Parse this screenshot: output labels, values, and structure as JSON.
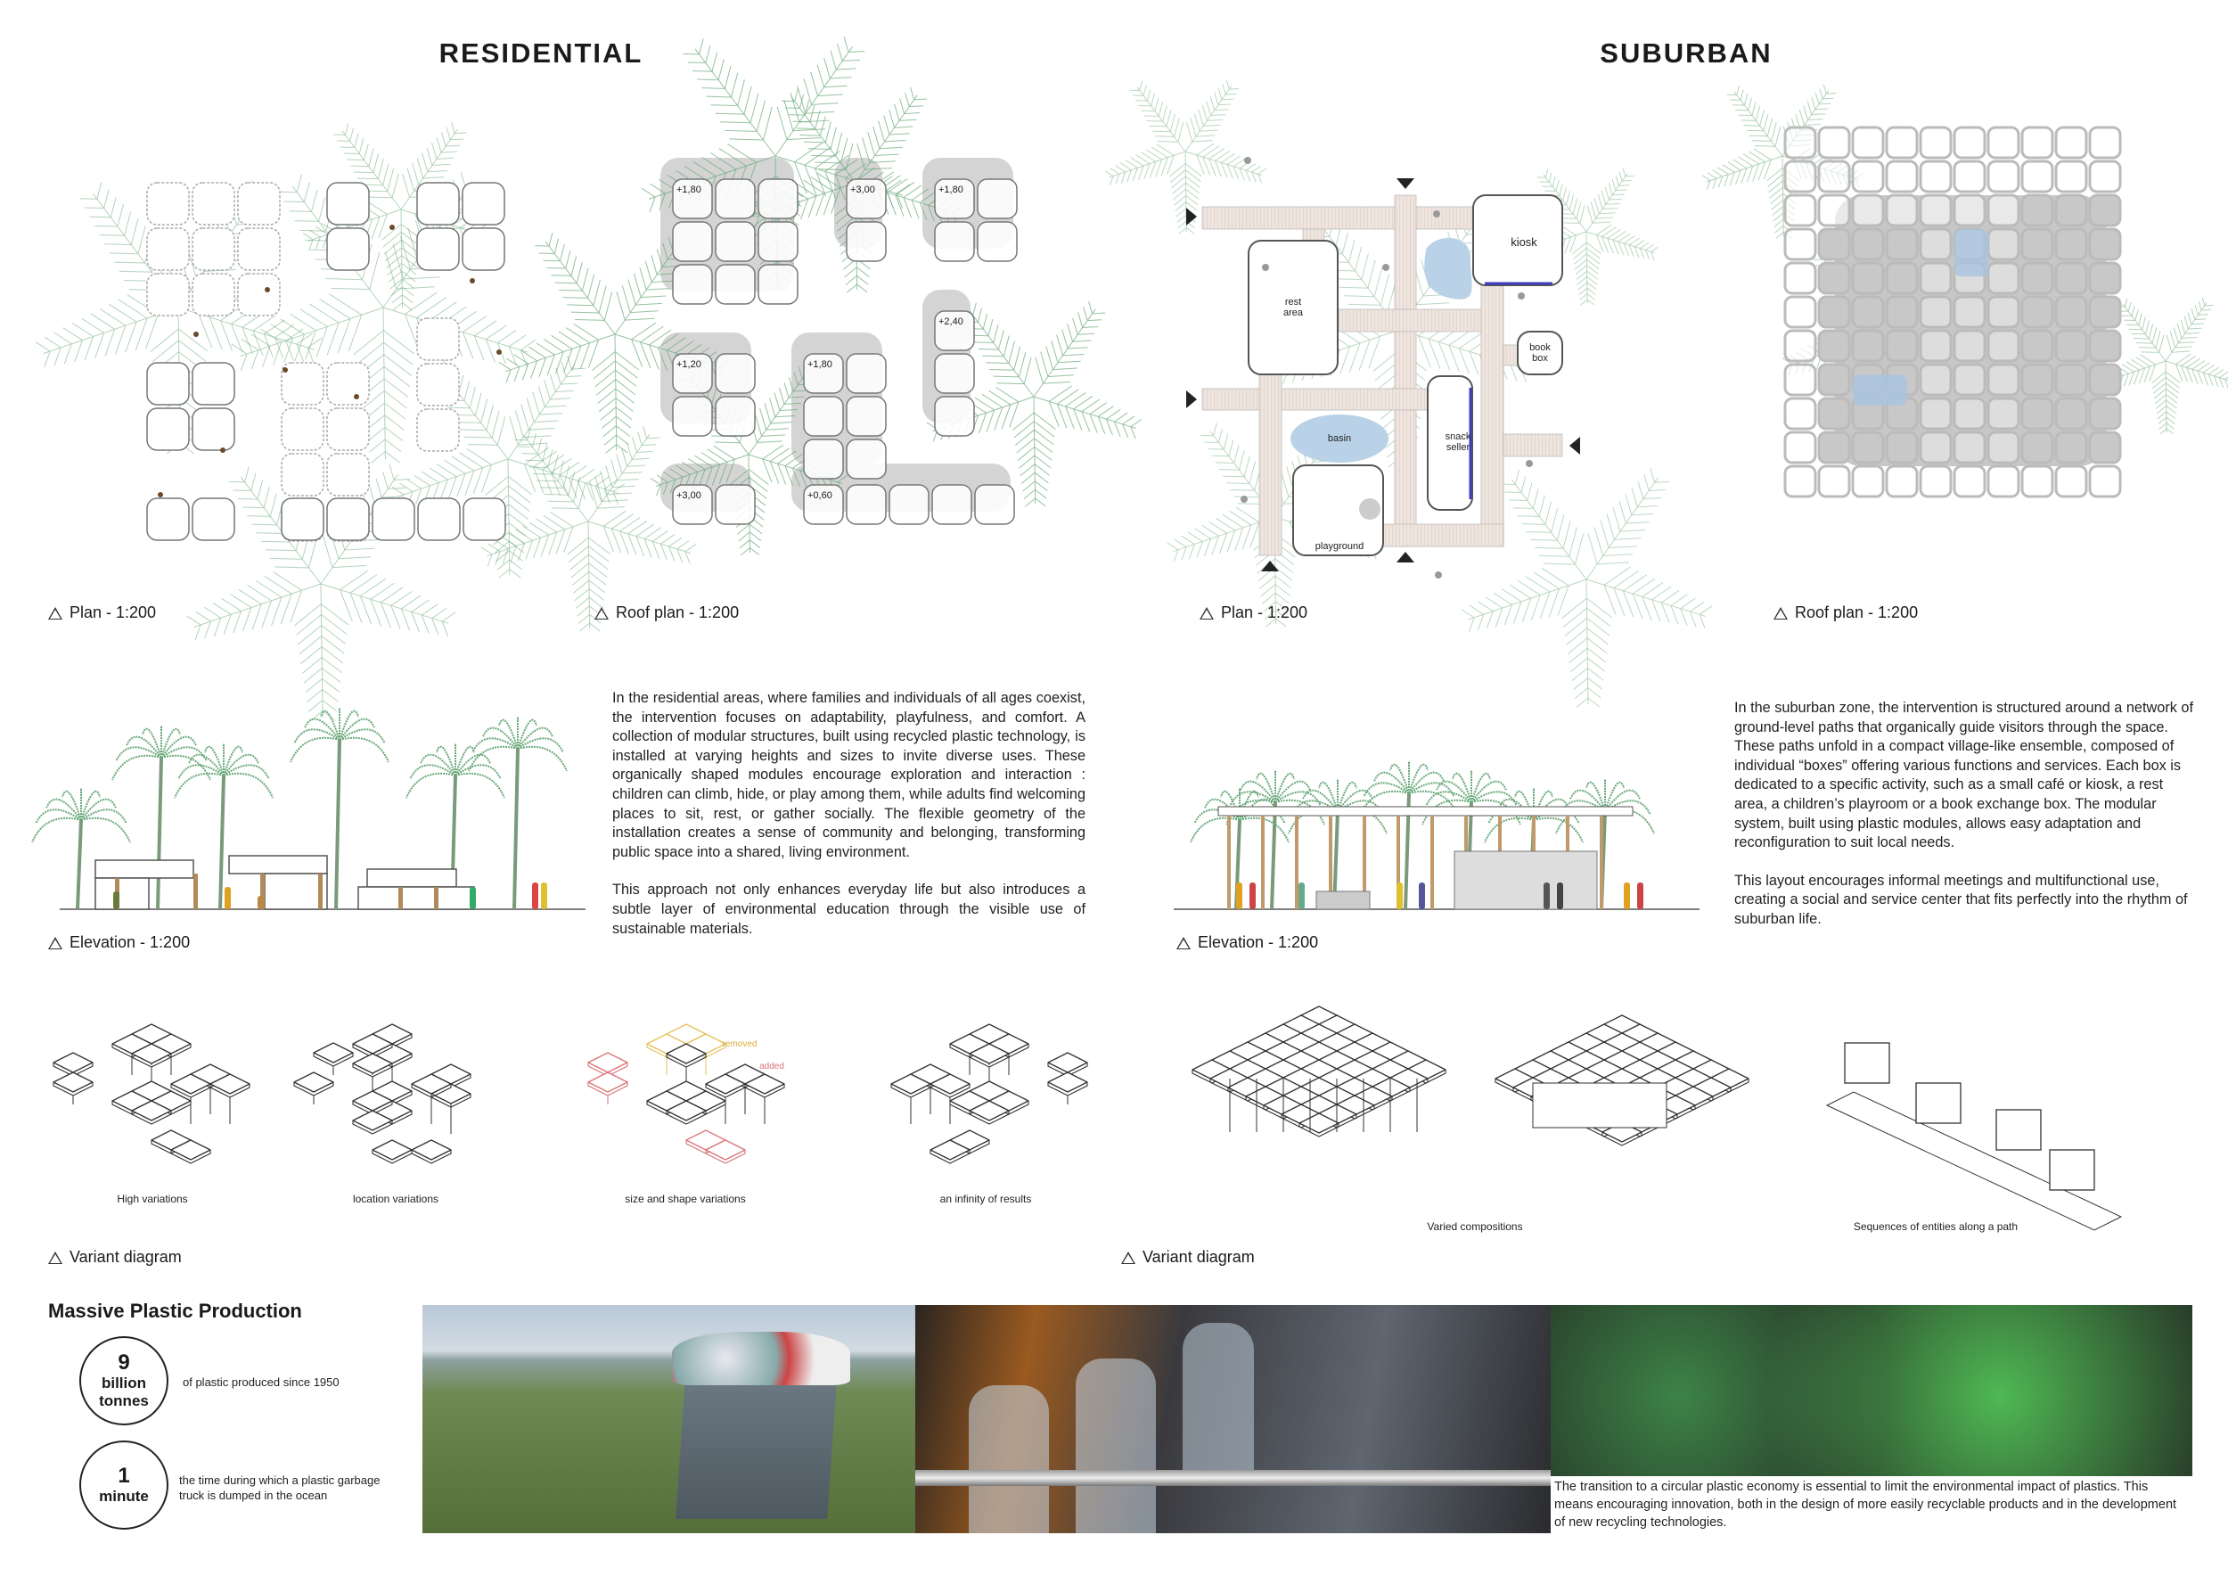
{
  "residential": {
    "title": "RESIDENTIAL",
    "plan_caption": "Plan - 1:200",
    "roof_caption": "Roof plan - 1:200",
    "roof_levels": [
      "+1,80",
      "+3,00",
      "+1,80",
      "+2,40",
      "+1,20",
      "+1,80",
      "+3,00",
      "+0,60"
    ],
    "elevation_caption": "Elevation - 1:200",
    "text_p1": "In the residential areas, where families and individuals of all ages coexist, the intervention focuses on adaptability, playfulness, and comfort. A collection of modular structures, built using recycled plastic technology, is installed at varying heights and sizes to invite diverse uses. These organically shaped modules encourage exploration and interaction : children can climb, hide, or play among them, while adults find welcoming places to sit, rest, or gather socially. The flexible geometry of the installation creates a sense of community and belonging, transforming public space into a shared, living environment.",
    "text_p2": "This approach not only enhances everyday life but also introduces a subtle layer of environmental education through the visible use of sustainable materials.",
    "variants": [
      "High variations",
      "location variations",
      "size and shape variations",
      "an infinity of results"
    ],
    "variant_legend": {
      "removed": "removed",
      "added": "added"
    },
    "variant_caption": "Variant diagram"
  },
  "suburban": {
    "title": "SUBURBAN",
    "plan_caption": "Plan - 1:200",
    "plan_labels": {
      "kiosk": "kiosk",
      "rest_area": "rest area",
      "book_box": "book box",
      "basin": "basin",
      "snack_seller": "snack seller",
      "playground": "playground"
    },
    "roof_caption": "Roof plan - 1:200",
    "elevation_caption": "Elevation - 1:200",
    "text_p1": "In the suburban zone, the intervention is structured around a network of ground-level paths that organically guide visitors through the space. These paths unfold in a compact village-like ensemble, composed of individual “boxes” offering various functions and services. Each box is dedicated to a specific activity, such as a small café or kiosk, a rest area, a children’s playroom or a book exchange box. The modular system, built using plastic modules, allows easy adaptation and reconfiguration to suit local needs.",
    "text_p2": "This layout encourages informal meetings  and multifunctional use, creating a social and service center that fits perfectly into the rhythm of suburban life.",
    "variants": [
      "Varied compositions",
      "Sequences of entities along a path"
    ],
    "variant_caption": "Variant diagram"
  },
  "plastic": {
    "heading": "Massive Plastic Production",
    "stat1": {
      "number": "9",
      "unit_line1": "billion",
      "unit_line2": "tonnes",
      "description": "of plastic produced since 1950"
    },
    "stat2": {
      "number": "1",
      "unit_line1": "minute",
      "description": "the time during which a plastic garbage truck is dumped in the ocean"
    },
    "photo_caption": "The transition to a circular plastic economy is essential to limit the environmental impact of plastics. This means encouraging innovation, both in the design of more easily recyclable products and in the development of new recycling technologies."
  },
  "colors": {
    "palm": "#6aa97a",
    "path": "#efe5de",
    "water": "#b9d2e8",
    "shadow": "#d4d4d4",
    "added": "#d9737a",
    "removed": "#e6c15a",
    "accent_blue": "#3d3dbf"
  }
}
